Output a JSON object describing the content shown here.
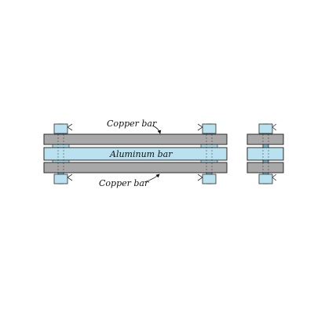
{
  "labels": {
    "copper_top": "Copper bar",
    "aluminum": "Aluminum bar",
    "copper_bottom": "Copper bar"
  },
  "colors": {
    "copper_fill": "#a8a8a8",
    "aluminum_fill": "#b9e1ef",
    "outline": "#2b2b2b",
    "bolt_fill": "#7ec2de",
    "nut_fill": "#b9e1ef",
    "text": "#111111"
  },
  "icons": [
    "bolt-icon",
    "nut-icon",
    "leader-arrow-icon"
  ]
}
